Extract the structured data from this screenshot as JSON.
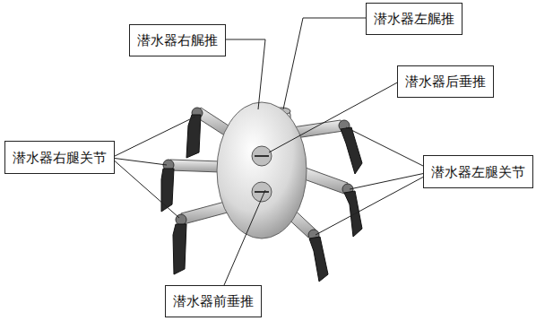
{
  "diagram": {
    "nodes": [
      {
        "text": [
          "潜水器左艉推"
        ]
      },
      {
        "text": [
          "潜水器右艉推"
        ]
      },
      {
        "text": [
          "潜水器后垂推"
        ]
      },
      {
        "text": [
          "潜水器右腿关节"
        ]
      },
      {
        "text": [
          "潜水器左腿关节"
        ]
      },
      {
        "text": [
          "潜水器前垂推"
        ]
      }
    ]
  }
}
